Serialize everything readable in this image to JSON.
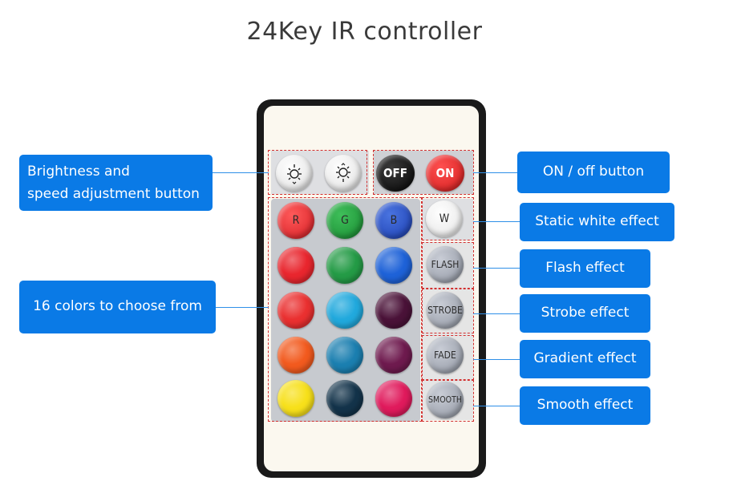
{
  "title": "24Key IR controller",
  "labels": {
    "brightness_line1": "Brightness and",
    "brightness_line2": "speed adjustment button",
    "on_off": "ON / off button",
    "static_white": "Static white effect",
    "flash": "Flash effect",
    "strobe": "Strobe effect",
    "gradient": "Gradient effect",
    "smooth": "Smooth effect",
    "colors": "16 colors to choose from"
  },
  "remote": {
    "buttons": {
      "off": "OFF",
      "on": "ON",
      "red": "R",
      "green": "G",
      "blue": "B",
      "white": "W",
      "flash": "FLASH",
      "strobe": "STROBE",
      "fade": "FADE",
      "smooth": "SMOOTH"
    },
    "color_grid": [
      [
        "#e8262c",
        "#1f9a3a",
        "#2052c8"
      ],
      [
        "#e9262e",
        "#249b46",
        "#1e62d8"
      ],
      [
        "#ea3030",
        "#21a9dd",
        "#4a1238"
      ],
      [
        "#f25a1e",
        "#1b7fb0",
        "#6e1a4e"
      ],
      [
        "#f7e01a",
        "#13334a",
        "#e01a5c"
      ]
    ]
  },
  "colors": {
    "label_bg": "#0a7ae6",
    "connector": "#2f8fe8",
    "dashed_box": "#d23030",
    "remote_body": "#1a1a1a"
  }
}
